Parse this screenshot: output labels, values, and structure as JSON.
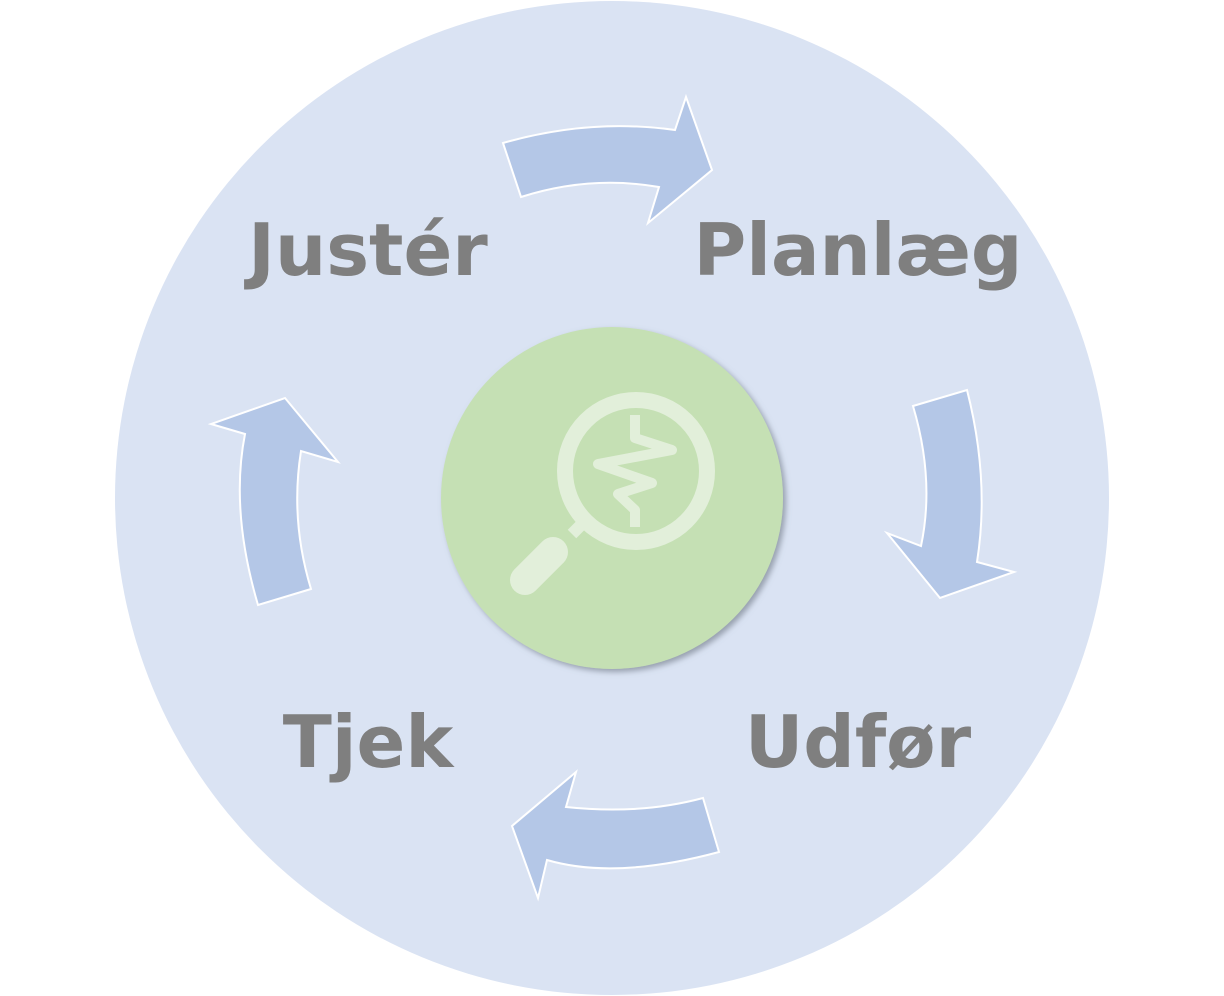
{
  "diagram": {
    "steps": [
      {
        "label": "Planlæg"
      },
      {
        "label": "Udfør"
      },
      {
        "label": "Tjek"
      },
      {
        "label": "Justér"
      }
    ],
    "center_icon": "magnifier-waveform-icon",
    "colors": {
      "outer_circle": "#dae3f3",
      "arrow": "#b4c7e7",
      "center_circle": "#c5e0b4",
      "icon": "#e2efda",
      "label": "#7f7f7f"
    }
  }
}
